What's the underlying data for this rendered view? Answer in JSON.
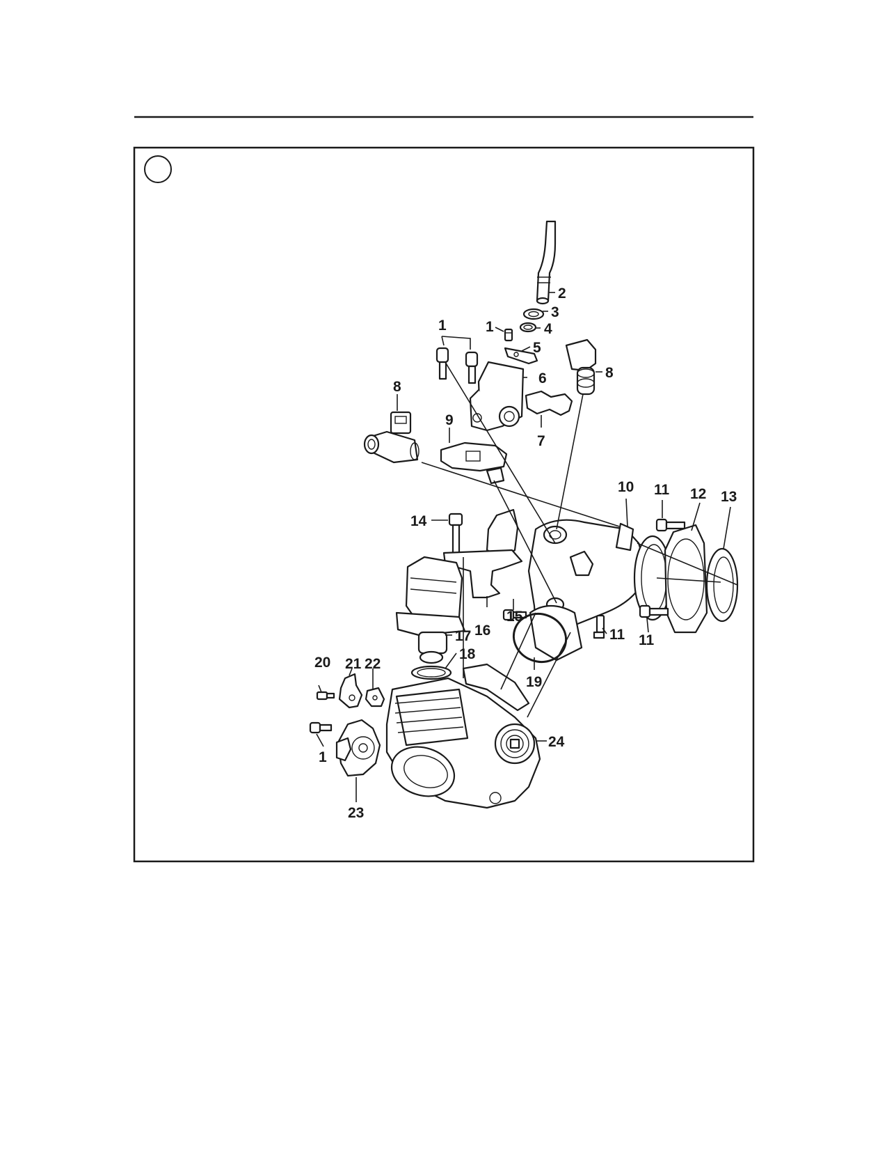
{
  "diagram": {
    "callouts": {
      "c2": "2",
      "c3": "3",
      "c4": "4",
      "c1a": "1",
      "c1b": "1",
      "c5": "5",
      "c6": "6",
      "c7": "7",
      "c8a": "8",
      "c8b": "8",
      "c9": "9",
      "c10": "10",
      "c11a": "11",
      "c12": "12",
      "c13": "13",
      "c14": "14",
      "c15": "15",
      "c16": "16",
      "c11b": "11",
      "c11c": "11",
      "c17": "17",
      "c18": "18",
      "c19": "19",
      "c20": "20",
      "c21": "21",
      "c22": "22",
      "c1c": "1",
      "c23": "23",
      "c24": "24"
    }
  }
}
